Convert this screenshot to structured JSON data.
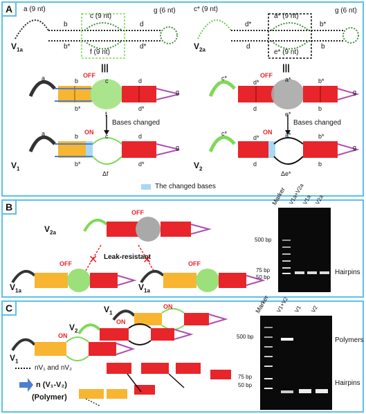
{
  "panels": {
    "a": {
      "label": "A"
    },
    "b": {
      "label": "B"
    },
    "c": {
      "label": "C"
    }
  },
  "panelA": {
    "left_strand": {
      "a": "a (9 nt)",
      "b": "b",
      "b_star": "b*",
      "c": "c (9 nt)",
      "f": "f (9 nt)",
      "d": "d",
      "d_star": "d*",
      "g": "g (6 nt)",
      "name": "V",
      "sub": "1a"
    },
    "right_strand": {
      "c_star": "c* (9 nt)",
      "d_star": "d*",
      "d": "d",
      "a_star": "a* (9 nt)",
      "e_star": "e* (9 nt)",
      "b_star": "b*",
      "b": "b",
      "g": "g (6 nt)",
      "name": "V",
      "sub": "2a"
    },
    "equiv": "|||",
    "left_cartoon": {
      "a": "a",
      "off": "OFF",
      "c": "c",
      "b": "b",
      "b_star": "b*",
      "d": "d",
      "d_star": "d*",
      "f": "f",
      "g": "g"
    },
    "right_cartoon": {
      "c_star": "c*",
      "off": "OFF",
      "a_star": "a*",
      "d_star": "d*",
      "d": "d",
      "b_star": "b*",
      "b": "b",
      "e_star": "e*",
      "g": "g"
    },
    "arrow_label": "Bases changed",
    "v1": {
      "a": "a",
      "on": "ON",
      "c": "c",
      "b": "b",
      "b_star": "b*",
      "d": "d",
      "d_star": "d*",
      "delta": "Δf",
      "g": "g",
      "name": "V",
      "sub": "1"
    },
    "v2": {
      "c_star": "c*",
      "on": "ON",
      "a_star": "a*",
      "d_star": "d*",
      "d": "d",
      "b_star": "b*",
      "b": "b",
      "delta": "Δe*",
      "g": "g",
      "name": "V",
      "sub": "2"
    },
    "legend": "The changed bases"
  },
  "panelB": {
    "v2a": {
      "name": "V",
      "sub": "2a",
      "off": "OFF"
    },
    "leak": "Leak-resistant",
    "v1a_left": {
      "name": "V",
      "sub": "1a",
      "off": "OFF"
    },
    "v1a_right": {
      "name": "V",
      "sub": "1a",
      "off": "OFF"
    },
    "gel": {
      "marker": "Marker",
      "lanes": [
        "V1a+V2a",
        "V1a",
        "V2a"
      ],
      "ladder": [
        "500 bp",
        "75 bp",
        "50 bp"
      ],
      "band_label": "Hairpins"
    }
  },
  "panelC": {
    "v1_top": {
      "name": "V",
      "sub": "1",
      "on": "ON"
    },
    "v2": {
      "name": "V",
      "sub": "2",
      "on": "ON"
    },
    "v1_left": {
      "name": "V",
      "sub": "1",
      "on": "ON"
    },
    "n_label": "nV₁ and nV₂",
    "result": "n (V₁-V₂)",
    "polymer": "(Polymer)",
    "gel": {
      "marker": "Marker",
      "lanes": [
        "V1+V2",
        "V1",
        "V2"
      ],
      "ladder": [
        "500 bp",
        "75 bp",
        "50 bp"
      ],
      "labels": [
        "Polymers",
        "Hairpins"
      ]
    }
  },
  "colors": {
    "border": "#5bc0eb",
    "orange": "#f7b531",
    "red": "#e8252a",
    "green_loop": "#9be07a",
    "gray_loop": "#a9a9a9",
    "blue": "#4a7fd1",
    "purple": "#b04bb0",
    "light_blue": "#a9d8f5"
  }
}
